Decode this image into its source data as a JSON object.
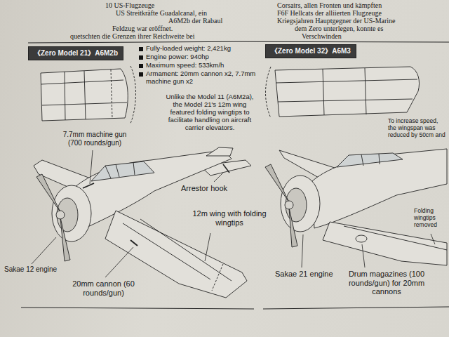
{
  "diagram": {
    "nodes": [
      {
        "text": [
          "《Zero Model 21》A6M2b"
        ]
      },
      {
        "text": [
          "《Zero Model 32》A6M3"
        ]
      }
    ],
    "labels": [
      "10 US-Flugzeuge",
      "US Streitkräfte Guadalcanal, ein",
      "A6M2b der Rabaul",
      "Feldzug war eröffnet.",
      "quetschten die Grenzen ihrer Reichweite bei",
      "Corsairs, allen Fronten und kämpften",
      "F6F Hellcats der alliierten Flugzeuge",
      "Kriegsjahren Hauptgegner der US-Marine",
      "dem Zero unterlegen, konnte es",
      "Verschwinden",
      "Fully-loaded weight: 2,421kg",
      "Engine power: 940hp",
      "Maximum speed: 533km/h",
      "Armament: 20mm cannon x2, 7.7mm machine gun x2",
      "Unlike the Model 11 (A6M2a), the Model 21's 12m wing featured folding wingtips to facilitate handling on aircraft carrier elevators.",
      "7.7mm machine gun (700 rounds/gun)",
      "Arrestor hook",
      "12m wing with folding wingtips",
      "Sakae 12 engine",
      "20mm cannon (60 rounds/gun)",
      "To increase speed, the wingspan was reduced by 50cm and",
      "Folding wingtips removed",
      "Sakae 21 engine",
      "Drum magazines (100 rounds/gun) for 20mm cannons"
    ]
  }
}
